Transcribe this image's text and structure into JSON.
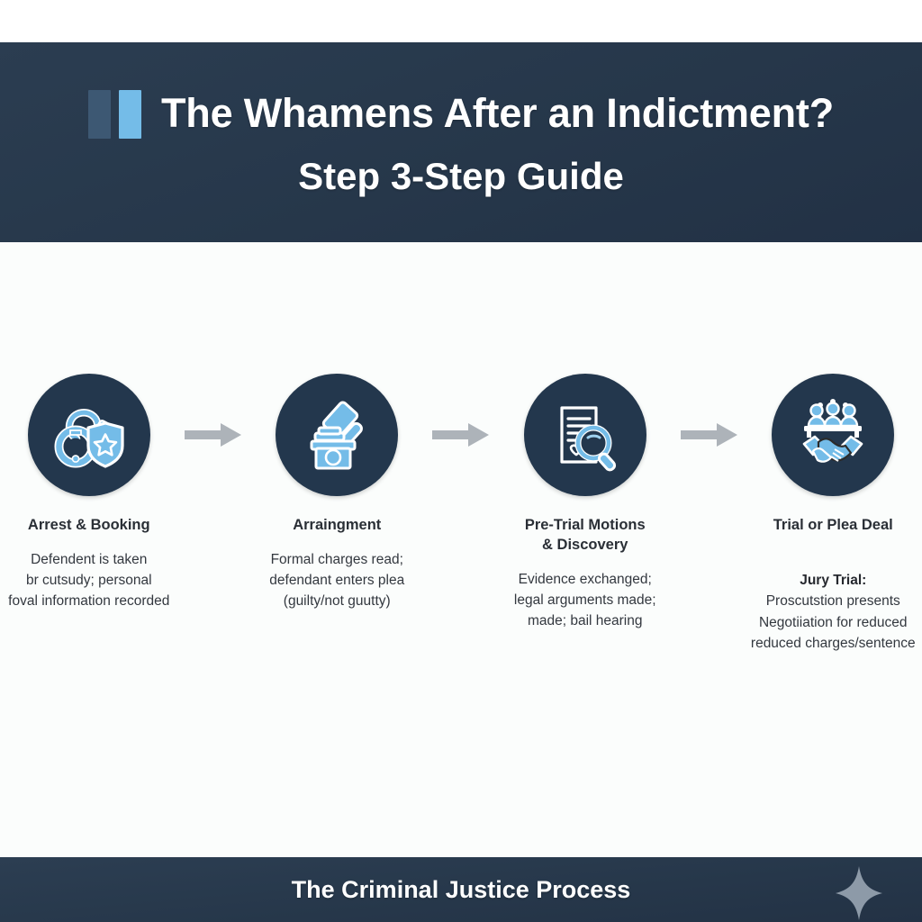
{
  "colors": {
    "navy": "#26374a",
    "light_blue": "#74bce8",
    "dark_bar": "#3d5873",
    "page_bg": "#fbfdfc",
    "arrow_gray": "#adb3b9",
    "text_dark": "#2a2f36",
    "sparkle": "#8d9aa8"
  },
  "header": {
    "title": "The Whamens After an Indictment?",
    "subtitle": "Step 3-Step Guide",
    "accent_bars": [
      "dark",
      "light"
    ]
  },
  "steps": [
    {
      "icon": "handcuffs-badge-icon",
      "title": "Arrest & Booking",
      "description": "Defendent is taken\nbr cutsudy; personal\nfoval information recorded"
    },
    {
      "icon": "gavel-podium-icon",
      "title": "Arraingment",
      "description": "Formal charges read;\ndefendant enters plea\n(guilty/not guutty)"
    },
    {
      "icon": "document-magnifier-icon",
      "title": "Pre-Trial Motions\n& Discovery",
      "description": "Evidence exchanged;\nlegal arguments made;\nmade; bail hearing"
    },
    {
      "icon": "jury-handshake-icon",
      "title": "Trial or Plea Deal",
      "description_lead": "Jury Trial:",
      "description": "Proscutstion presents\nNegotiiation for reduced\nreduced charges/sentence"
    }
  ],
  "arrows": [
    "arrow-right-icon",
    "arrow-right-icon",
    "arrow-right-icon"
  ],
  "footer": {
    "title": "The Criminal Justice Process",
    "decoration": "sparkle-icon"
  }
}
